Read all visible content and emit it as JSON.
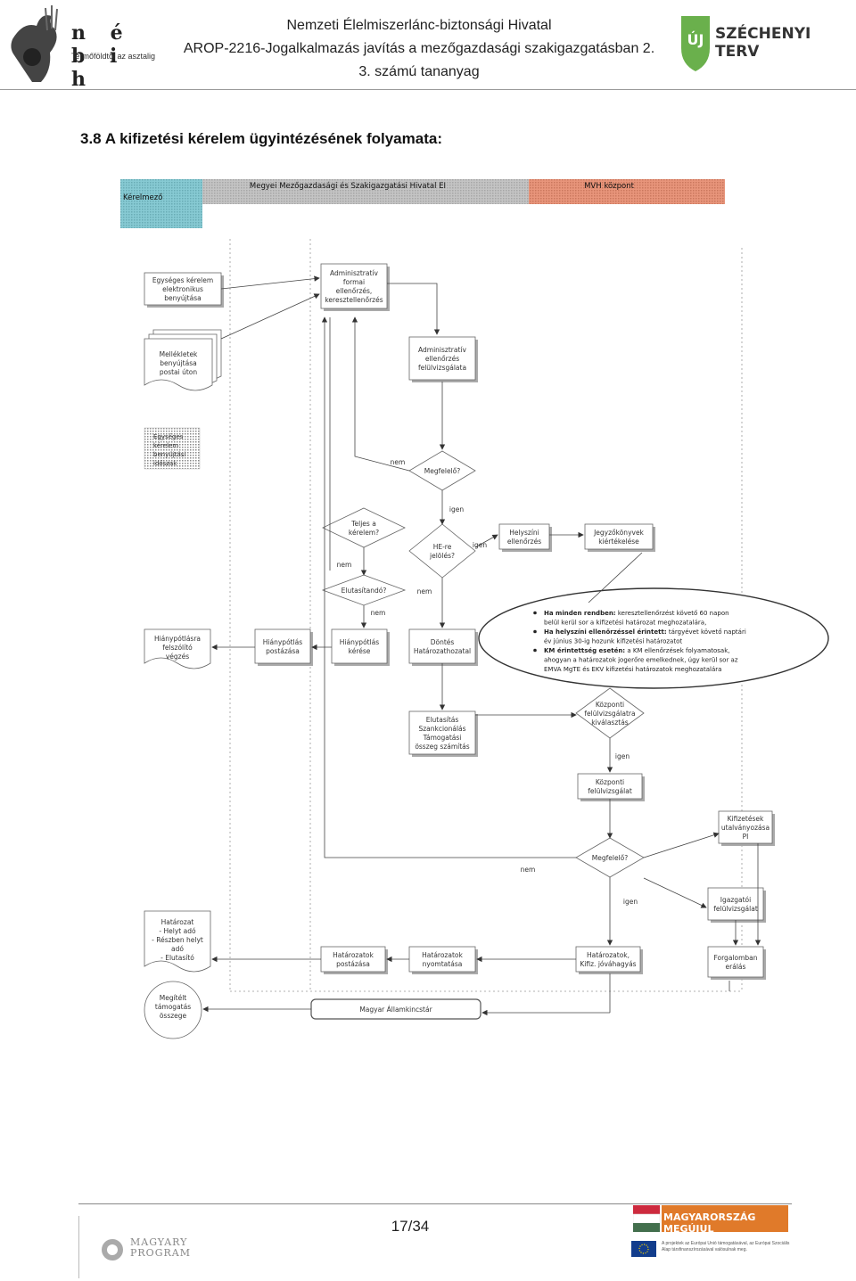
{
  "header": {
    "org_logo_letters": "n é b i h",
    "org_logo_tagline": "Termőföldtől az asztalig",
    "line1": "Nemzeti Élelmiszerlánc-biztonsági Hivatal",
    "line2": "AROP-2216-Jogalkalmazás javítás a mezőgazdasági szakigazgatásban 2.",
    "line3": "3. számú tananyag",
    "right_logo_prefix": "ÚJ",
    "right_logo_text": "SZÉCHENYI TERV"
  },
  "title": "3.8 A kifizetési kérelem ügyintézésének folyamata:",
  "lanes": {
    "kerelmezo": "Kérelmező",
    "megyei": "Megyei Mezőgazdasági és Szakigazgatási Hivatal EI",
    "mvh": "MVH központ"
  },
  "nodes": {
    "egyseges_kerelem": [
      "Egységes kérelem",
      "elektronikus",
      "benyújtása"
    ],
    "adminisztrativ_formai": [
      "Adminisztratív",
      "formai",
      "ellenőrzés,",
      "kereszt­ellenőrzés"
    ],
    "mellekletek": [
      "Mellékletek",
      "benyújtása",
      "postai úton"
    ],
    "admin_felulvizsgalat": [
      "Adminisztratív",
      "ellenőrzés",
      "felülvizsgálata"
    ],
    "egyseges_idoszak": [
      "Egységes",
      "kérelem",
      "benyújtási",
      "időszak"
    ],
    "megfelelo1": "Megfelelő?",
    "teljes_kerelem": [
      "Teljes a",
      "kérelem?"
    ],
    "he_re_jeloles": [
      "HE-re",
      "jelölés?"
    ],
    "helyszini": [
      "Helyszíni",
      "ellenőrzés"
    ],
    "jegyzokonyvek": [
      "Jegyzőkönyvek",
      "kiértékelése"
    ],
    "elutasitando": "Elutasítandó?",
    "hianypotlasra": [
      "Hiánypótlásra",
      "felszólító",
      "végzés"
    ],
    "hianypotlas_postazasa": [
      "Hiánypótlás",
      "postázása"
    ],
    "hianypotlas_kerese": [
      "Hiánypótlás",
      "kérése"
    ],
    "dontes": [
      "Döntés",
      "Határozathozatal"
    ],
    "elutasitas": [
      "Elutasítás",
      "Szankcionálás",
      "Támogatási",
      "összeg számítás"
    ],
    "kozponti_kivalasztas": [
      "Központi",
      "felülvizsgálatra",
      "kiválasztás"
    ],
    "kozponti_felulvizsgalat": [
      "Központi",
      "felülvizsgálat"
    ],
    "kifizetesek": [
      "Kifizetések",
      "utalványozása",
      "PI"
    ],
    "megfelelo2": "Megfelelő?",
    "igazgatoi": [
      "Igazgatói",
      "felülvizsgálat"
    ],
    "hatarozat_doc": [
      "Határozat",
      "- Helyt adó",
      "- Részben helyt",
      "adó",
      "- Elutasító"
    ],
    "hatarozatok_postazasa": [
      "Határozatok",
      "postázása"
    ],
    "hatarozatok_nyomtatasa": [
      "Határozatok",
      "nyomtatása"
    ],
    "hatarozatok_kifiz": [
      "Határozatok,",
      "Kifiz. jóváhagyás"
    ],
    "forgalomba": [
      "Forgalomban",
      "erálás"
    ],
    "megitelt": [
      "Megítélt",
      "támogatás",
      "összege"
    ],
    "allamkincstar": "Magyar Államkincstár"
  },
  "labels": {
    "nem1": "nem",
    "igen1": "igen",
    "igen2": "igen",
    "nem2": "nem",
    "nem3": "nem",
    "nem4": "nem",
    "igen3": "igen",
    "nem5": "nem",
    "igen4": "igen"
  },
  "ellipse_note": [
    {
      "bold": "Ha minden rendben:",
      "rest": " keresztellenőrzést követő 60 napon"
    },
    {
      "bold": "",
      "rest": "belül kerül sor a kifizetési határozat meghozatalára,"
    },
    {
      "bold": "Ha helyszíni ellenőrzéssel érintett:",
      "rest": " tárgyévet követő naptári"
    },
    {
      "bold": "",
      "rest": "év június 30-ig hozunk kifizetési határozatot"
    },
    {
      "bold": "KM érintettség esetén:",
      "rest": " a KM ellenőrzések folyamatosak,"
    },
    {
      "bold": "",
      "rest": "ahogyan a határozatok jogerőre emelkednek, úgy kerül sor az"
    },
    {
      "bold": "",
      "rest": "EMVA MgTE és EKV kifizetési határozatok meghozatalára"
    }
  ],
  "footer": {
    "page": "17/34",
    "left_logo": [
      "MAGYARY",
      "PROGRAM"
    ],
    "banner": "MAGYARORSZÁG MEGÚJUL",
    "eu_note": "A projektek az Európai Unió támogatásával, az Európai Szociális Alap társfinanszírozásával valósulnak meg."
  },
  "colors": {
    "lane_kerelmezo": "#5fb8c4",
    "lane_megyei": "#b0b0b0",
    "lane_mvh": "#e0714f",
    "szechenyi_green": "#6ab04c",
    "hu_red": "#cd2a3e",
    "hu_green": "#436f4d",
    "banner_orange": "#e07a2a",
    "eu_blue": "#123d8c"
  }
}
